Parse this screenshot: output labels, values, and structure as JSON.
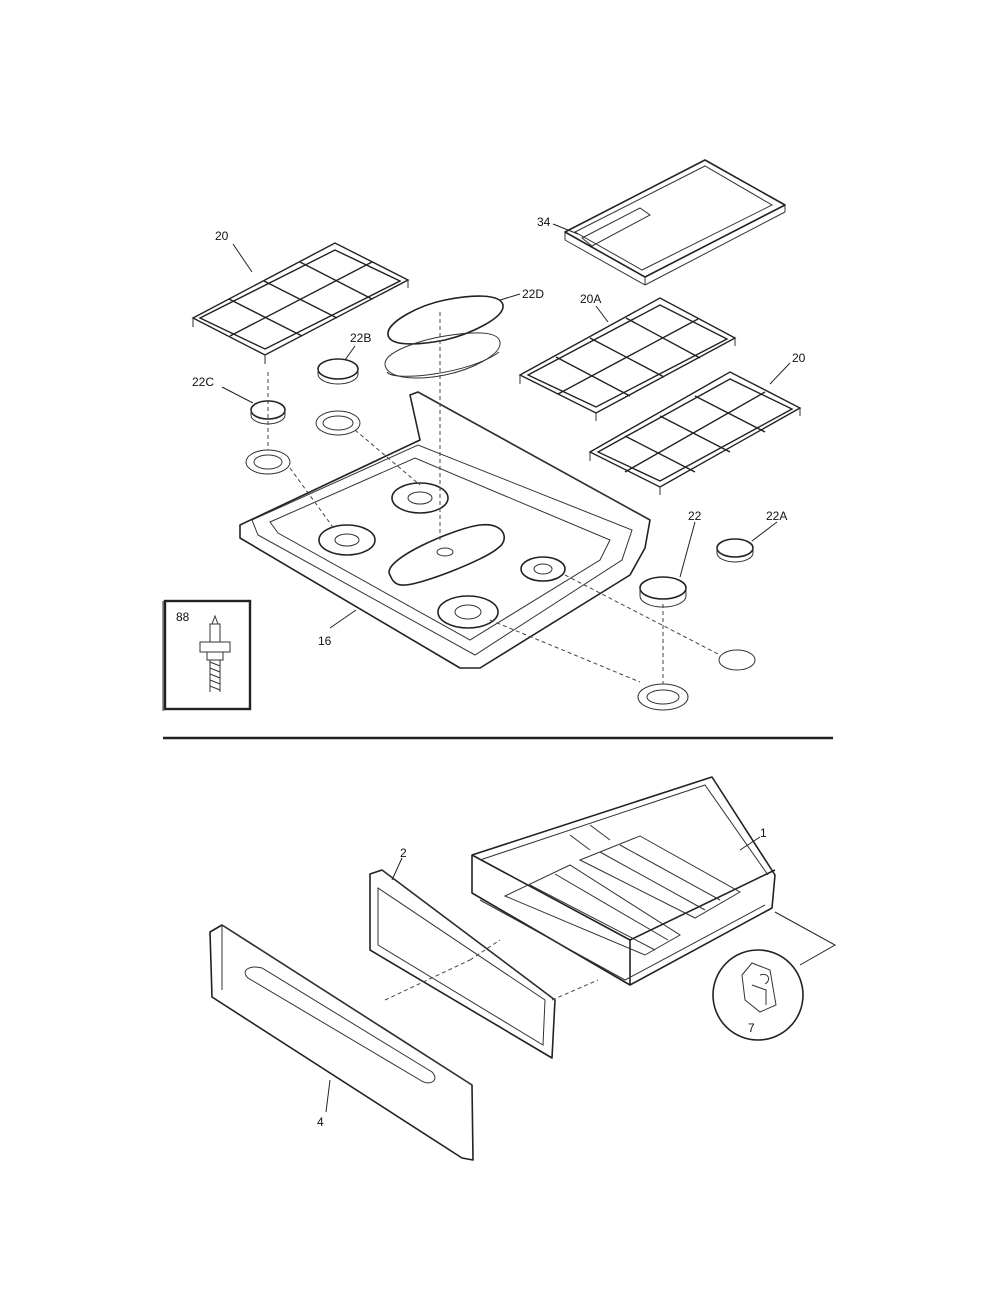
{
  "labels": {
    "l34": "34",
    "l20_left": "20",
    "l22D": "22D",
    "l20A": "20A",
    "l22B": "22B",
    "l20_right": "20",
    "l22C": "22C",
    "l22": "22",
    "l22A": "22A",
    "l88": "88",
    "l16": "16",
    "l1": "1",
    "l2": "2",
    "l4": "4",
    "l7": "7"
  }
}
